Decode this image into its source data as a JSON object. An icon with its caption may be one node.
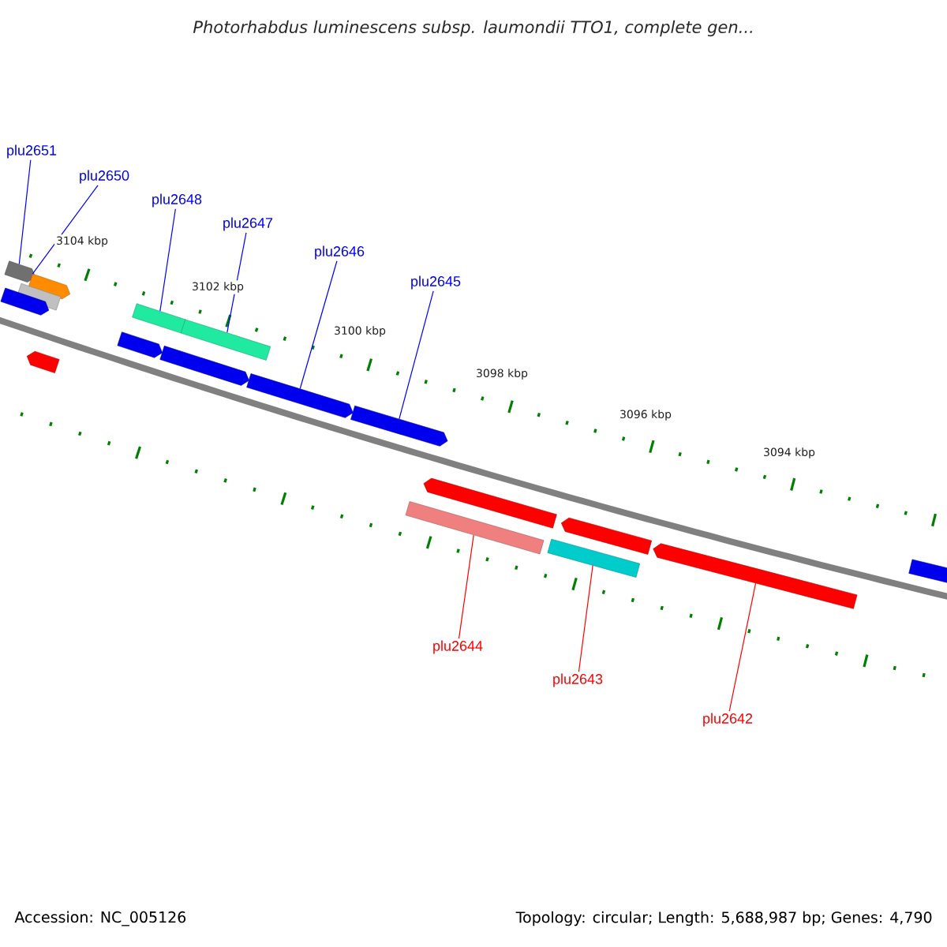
{
  "diagram": {
    "title": "Photorhabdus luminescens subsp. laumondii TTO1, complete gen...",
    "nodes": [
      {
        "text": [
          "plu2651"
        ]
      },
      {
        "text": [
          "plu2650"
        ]
      },
      {
        "text": [
          "plu2648"
        ]
      },
      {
        "text": [
          "plu2647"
        ]
      },
      {
        "text": [
          "plu2646"
        ]
      },
      {
        "text": [
          "plu2645"
        ]
      },
      {
        "text": [
          "plu2644"
        ]
      },
      {
        "text": [
          "plu2643"
        ]
      },
      {
        "text": [
          "plu2642"
        ]
      },
      {
        "text": [],
        "shape": "bar"
      },
      {
        "text": [],
        "shape": "bar"
      },
      {
        "text": [],
        "shape": "bar"
      },
      {
        "text": [],
        "shape": "bar"
      },
      {
        "text": [],
        "shape": "bar"
      },
      {
        "text": [],
        "shape": "bar"
      },
      {
        "text": [],
        "shape": "bar"
      },
      {
        "text": [],
        "shape": "bar"
      },
      {
        "text": [],
        "shape": "bar"
      },
      {
        "text": [],
        "shape": "bar"
      },
      {
        "text": [],
        "shape": "bar"
      },
      {
        "text": [],
        "shape": "bar"
      },
      {
        "text": [],
        "shape": "bar"
      },
      {
        "text": [],
        "shape": "bar"
      },
      {
        "text": [],
        "shape": "bar"
      },
      {
        "text": [],
        "shape": "bar"
      },
      {
        "text": [],
        "shape": "bar"
      }
    ],
    "edges": [
      {
        "from": 0,
        "to": 9,
        "arrow": "none"
      },
      {
        "from": 1,
        "to": 10,
        "arrow": "none"
      },
      {
        "from": 2,
        "to": 11,
        "arrow": "none"
      },
      {
        "from": 3,
        "to": 12,
        "arrow": "none"
      },
      {
        "from": 4,
        "to": 13,
        "arrow": "none"
      },
      {
        "from": 5,
        "to": 14,
        "arrow": "none"
      },
      {
        "from": 6,
        "to": 15,
        "arrow": "none",
        "color": "#ff0000"
      },
      {
        "from": 7,
        "to": 16,
        "arrow": "none",
        "color": "#ff0000"
      },
      {
        "from": 8,
        "to": 17,
        "arrow": "none",
        "color": "#ff0000"
      }
    ],
    "labels": [
      "3104 kbp",
      "3102 kbp",
      "3100 kbp",
      "3098 kbp",
      "3096 kbp",
      "3094 kbp",
      "Accession: NC_005126",
      "Topology: circular; Length: 5,688,987 bp; Genes: 4,790"
    ]
  }
}
